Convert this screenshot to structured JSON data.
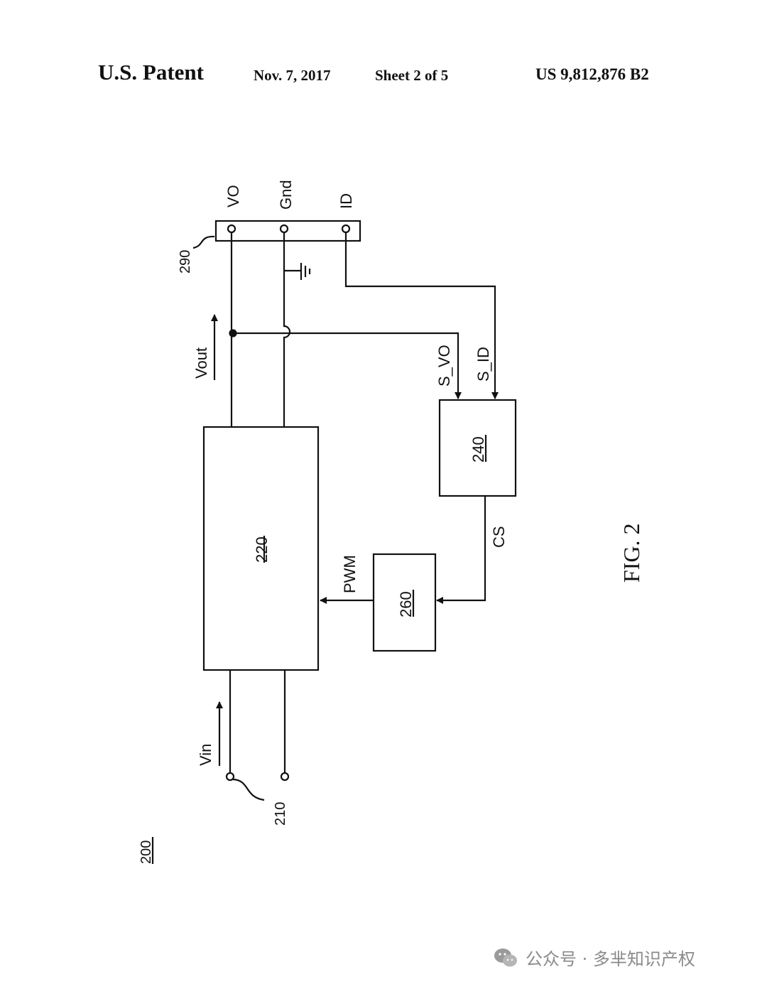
{
  "header": {
    "title": "U.S. Patent",
    "date": "Nov. 7, 2017",
    "sheet": "Sheet 2 of 5",
    "patent_number": "US 9,812,876 B2"
  },
  "diagram": {
    "connector_labels": {
      "vo": "VO",
      "gnd": "Gnd",
      "id": "ID"
    },
    "signal_labels": {
      "vout": "Vout",
      "vin": "Vin",
      "s_vo": "S_VO",
      "s_id": "S_ID",
      "cs": "CS",
      "pwm": "PWM"
    },
    "block_labels": {
      "b220": "220",
      "b240": "240",
      "b260": "260"
    },
    "reference_labels": {
      "r290": "290",
      "r210": "210",
      "r200": "200"
    },
    "figure_label": "FIG. 2"
  },
  "watermark": {
    "text": "公众号 · 多芈知识产权",
    "icon": "wechat-icon"
  }
}
